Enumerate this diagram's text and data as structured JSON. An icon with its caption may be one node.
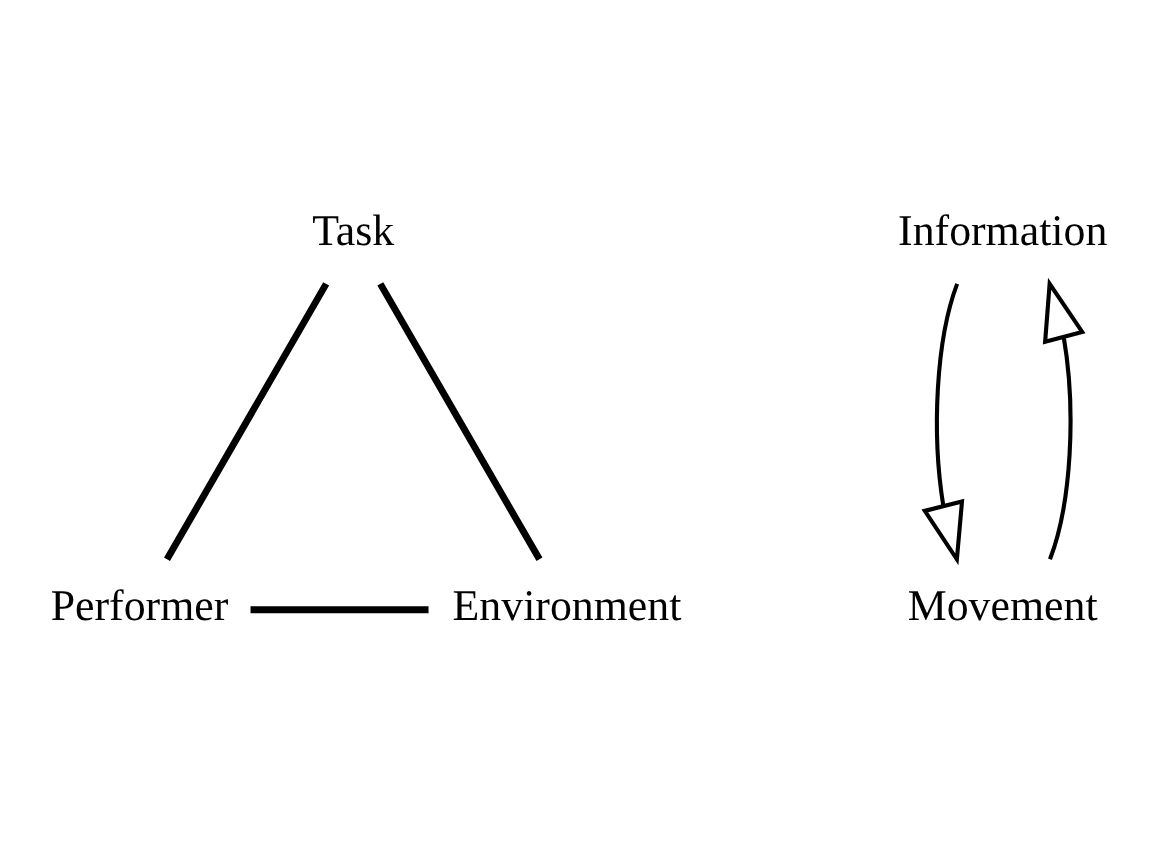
{
  "diagram": {
    "nodes": [
      {
        "text": [
          "Task"
        ]
      },
      {
        "text": [
          "Performer"
        ]
      },
      {
        "text": [
          "Environment"
        ]
      },
      {
        "text": [
          "Information"
        ]
      },
      {
        "text": [
          "Movement"
        ]
      }
    ],
    "edges": [
      {
        "from": 0,
        "to": 1,
        "arrow": "none"
      },
      {
        "from": 1,
        "to": 2,
        "arrow": "none"
      },
      {
        "from": 2,
        "to": 0,
        "arrow": "none"
      },
      {
        "from": 3,
        "to": 4,
        "arrow": "to"
      },
      {
        "from": 4,
        "to": 3,
        "arrow": "to"
      }
    ]
  }
}
